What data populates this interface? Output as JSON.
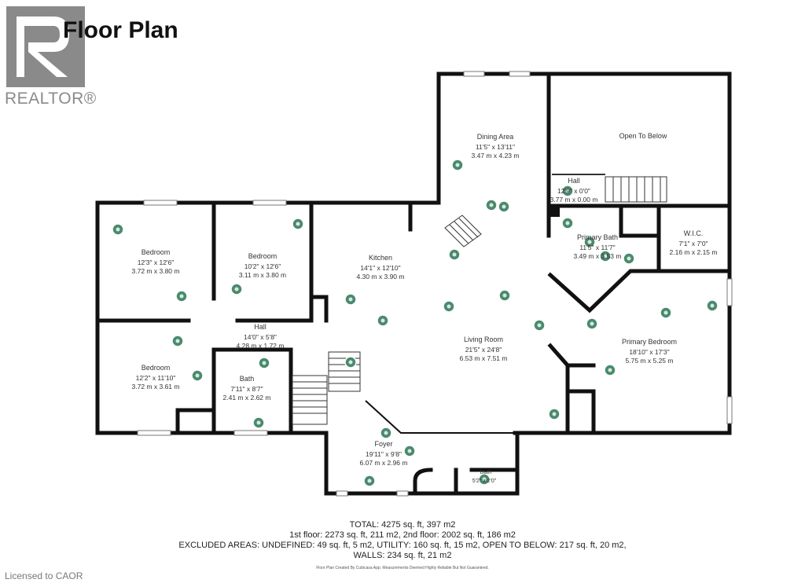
{
  "header": {
    "title": "Floor Plan",
    "logo_text": "REALTOR®"
  },
  "rooms": [
    {
      "key": "bed1",
      "name": "Bedroom",
      "imperial": "12'3\" x 12'6\"",
      "metric": "3.72 m x 3.80 m"
    },
    {
      "key": "bed2",
      "name": "Bedroom",
      "imperial": "10'2\" x 12'6\"",
      "metric": "3.11 m x 3.80 m"
    },
    {
      "key": "kitchen",
      "name": "Kitchen",
      "imperial": "14'1\" x 12'10\"",
      "metric": "4.30 m x 3.90 m"
    },
    {
      "key": "dining",
      "name": "Dining Area",
      "imperial": "11'5\" x 13'11\"",
      "metric": "3.47 m x 4.23 m"
    },
    {
      "key": "open",
      "name": "Open To Below",
      "imperial": "",
      "metric": ""
    },
    {
      "key": "hall_up",
      "name": "Hall",
      "imperial": "12'9\" x 0'0\"",
      "metric": "3.77 m x 0.00 m"
    },
    {
      "key": "pbath",
      "name": "Primary Bath",
      "imperial": "11'5\" x 11'7\"",
      "metric": "3.49 m x 3.53 m"
    },
    {
      "key": "wic",
      "name": "W.I.C.",
      "imperial": "7'1\" x 7'0\"",
      "metric": "2.16 m x 2.15 m"
    },
    {
      "key": "hall",
      "name": "Hall",
      "imperial": "14'0\" x 5'8\"",
      "metric": "4.28 m x 1.72 m"
    },
    {
      "key": "bed3",
      "name": "Bedroom",
      "imperial": "12'2\" x 11'10\"",
      "metric": "3.72 m x 3.61 m"
    },
    {
      "key": "bath",
      "name": "Bath",
      "imperial": "7'11\" x 8'7\"",
      "metric": "2.41 m x 2.62 m"
    },
    {
      "key": "living",
      "name": "Living Room",
      "imperial": "21'5\" x 24'8\"",
      "metric": "6.53 m x 7.51 m"
    },
    {
      "key": "primary",
      "name": "Primary Bedroom",
      "imperial": "18'10\" x 17'3\"",
      "metric": "5.75 m x 5.25 m"
    },
    {
      "key": "foyer",
      "name": "Foyer",
      "imperial": "19'11\" x 9'8\"",
      "metric": "6.07 m x 2.96 m"
    },
    {
      "key": "bath2",
      "name": "Bath",
      "imperial": "5'2\" x 2'0\"",
      "metric": ""
    }
  ],
  "totals": {
    "total": "TOTAL: 4275 sq. ft, 397 m2",
    "floors": "1st floor: 2273 sq. ft, 211 m2, 2nd floor: 2002 sq. ft, 186 m2",
    "excluded": "EXCLUDED AREAS: UNDEFINED: 49 sq. ft, 5 m2, UTILITY: 160 sq. ft, 15 m2, OPEN TO BELOW: 217 sq. ft, 20 m2,",
    "walls": "WALLS: 234 sq. ft, 21 m2"
  },
  "credit": "Floor Plan Created By Cubicasa App. Measurements Deemed Highly Reliable But Not Guaranteed.",
  "footer": {
    "licensed": "Licensed to CAOR"
  },
  "colors": {
    "wall": "#111111",
    "camera": "#4a8a6e",
    "logo": "#8a8a8a"
  }
}
